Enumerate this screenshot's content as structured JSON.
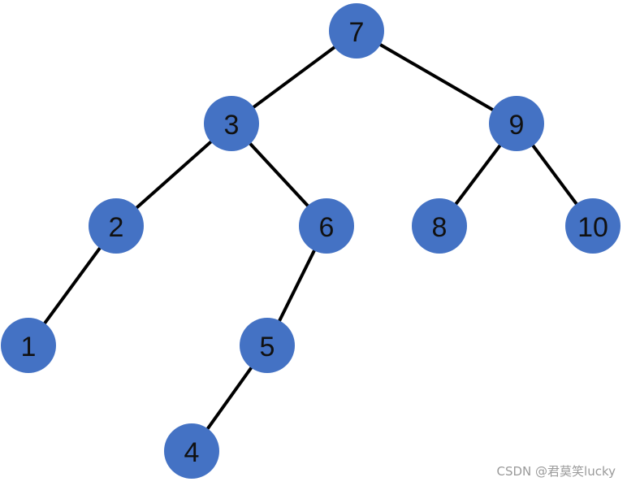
{
  "colors": {
    "node_fill": "#4472C4",
    "edge": "#000000",
    "label": "#111111",
    "watermark": "#9a9a9a"
  },
  "tree": {
    "nodes": [
      {
        "id": "n7",
        "label": "7"
      },
      {
        "id": "n3",
        "label": "3"
      },
      {
        "id": "n9",
        "label": "9"
      },
      {
        "id": "n2",
        "label": "2"
      },
      {
        "id": "n6",
        "label": "6"
      },
      {
        "id": "n8",
        "label": "8"
      },
      {
        "id": "n10",
        "label": "10"
      },
      {
        "id": "n1",
        "label": "1"
      },
      {
        "id": "n5",
        "label": "5"
      },
      {
        "id": "n4",
        "label": "4"
      }
    ],
    "edges": [
      {
        "from": "n7",
        "to": "n3"
      },
      {
        "from": "n7",
        "to": "n9"
      },
      {
        "from": "n3",
        "to": "n2"
      },
      {
        "from": "n3",
        "to": "n6"
      },
      {
        "from": "n9",
        "to": "n8"
      },
      {
        "from": "n9",
        "to": "n10"
      },
      {
        "from": "n2",
        "to": "n1"
      },
      {
        "from": "n6",
        "to": "n5"
      },
      {
        "from": "n5",
        "to": "n4"
      }
    ]
  },
  "watermark": {
    "text": "CSDN @君莫笑lucky"
  }
}
